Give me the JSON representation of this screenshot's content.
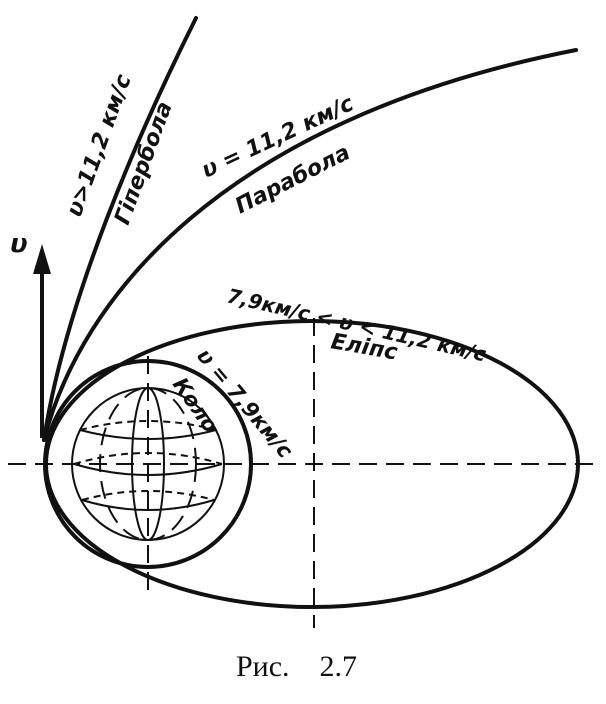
{
  "labels": {
    "v_vector": "υ",
    "hyperbola_speed": "υ>11,2 км/с",
    "hyperbola_name": "Гіпербола",
    "parabola_speed": "υ = 11,2 км/с",
    "parabola_name": "Парабола",
    "ellipse_speed": "7,9км/с < υ < 11,2 км/с",
    "ellipse_name": "Еліпс",
    "circle_speed": "υ = 7,9км/с",
    "circle_name": "Коло"
  },
  "caption": "Рис.    2.7"
}
